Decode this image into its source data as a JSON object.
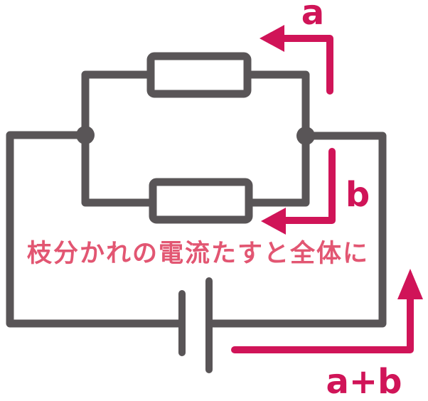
{
  "diagram": {
    "caption": "枝分かれの電流たすと全体に",
    "labels": {
      "current_a": "a",
      "current_b": "b",
      "current_total": "a+b"
    },
    "colors": {
      "wire": "#595557",
      "arrow_accent": "#d01458",
      "caption_text": "#e25672",
      "background": "#ffffff"
    }
  }
}
